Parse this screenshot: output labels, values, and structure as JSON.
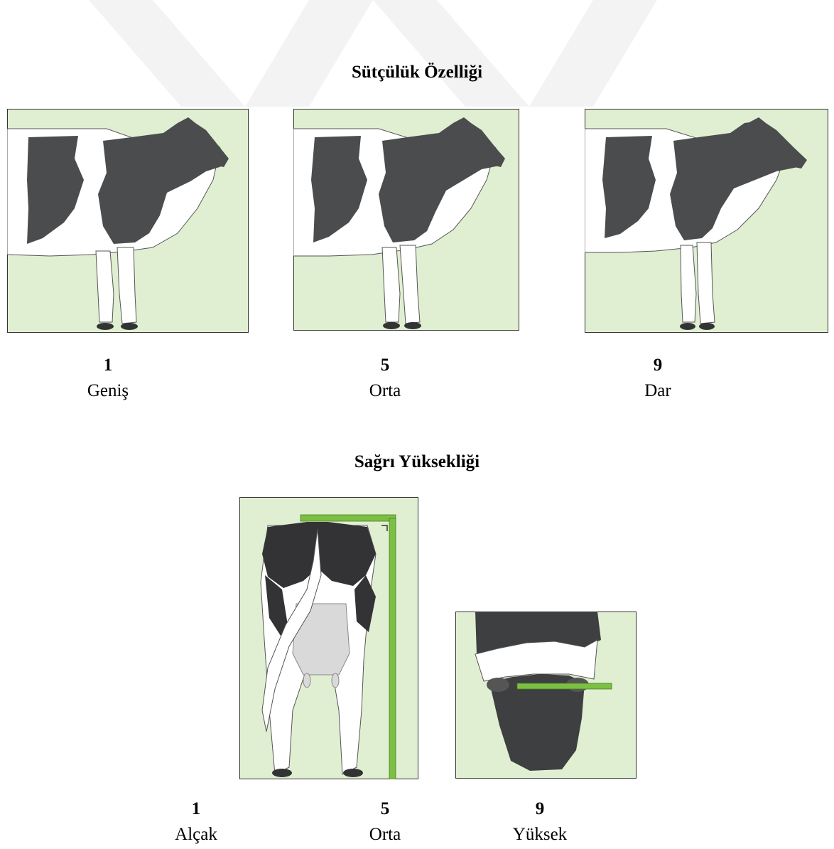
{
  "section1": {
    "title": "Sütçülük Özelliği",
    "items": [
      {
        "score": "1",
        "label": "Geniş"
      },
      {
        "score": "5",
        "label": "Orta"
      },
      {
        "score": "9",
        "label": "Dar"
      }
    ]
  },
  "section2": {
    "title": "Sağrı Yüksekliği",
    "items": [
      {
        "score": "1",
        "label": "Alçak"
      },
      {
        "score": "5",
        "label": "Orta"
      },
      {
        "score": "9",
        "label": "Yüksek"
      }
    ]
  },
  "colors": {
    "panel_bg": "#e0efd2",
    "cow_black": "#4b4c4e",
    "measure_green": "#7bc043",
    "watermark": "#f2f2f2"
  },
  "icons": [
    "cow-side-view",
    "cow-rear-view",
    "rump-closeup",
    "measuring-stick"
  ]
}
